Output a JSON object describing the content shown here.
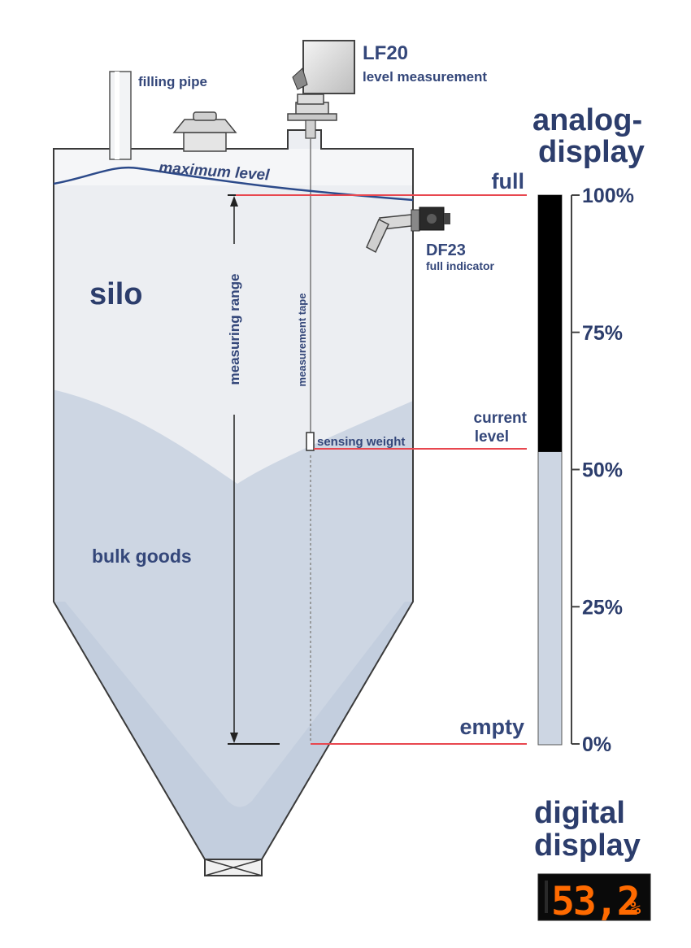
{
  "labels": {
    "filling_pipe": "filling pipe",
    "lf20_model": "LF20",
    "lf20_desc": "level measurement",
    "analog_line1": "analog-",
    "analog_line2": "display",
    "maximum_level": "maximum level",
    "full": "full",
    "df23_model": "DF23",
    "df23_desc": "full indicator",
    "silo": "silo",
    "measuring_range": "measuring range",
    "measurement_tape": "measurement tape",
    "sensing_weight": "sensing weight",
    "current_line1": "current",
    "current_line2": "level",
    "bulk_goods": "bulk goods",
    "empty": "empty",
    "digital_line1": "digital",
    "digital_line2": "display"
  },
  "scale": {
    "ticks": [
      "100%",
      "75%",
      "50%",
      "25%",
      "0%"
    ],
    "fill_percent": 53.2
  },
  "digital": {
    "value": "53,2",
    "unit": "%"
  },
  "colors": {
    "bulk": "#cdd6e3",
    "silo_fill": "#eceef2",
    "outline": "#3a3a3a",
    "label": "#34477a",
    "red_line": "#e8474f",
    "bar_empty": "#000000",
    "digit": "#ff6a00"
  }
}
